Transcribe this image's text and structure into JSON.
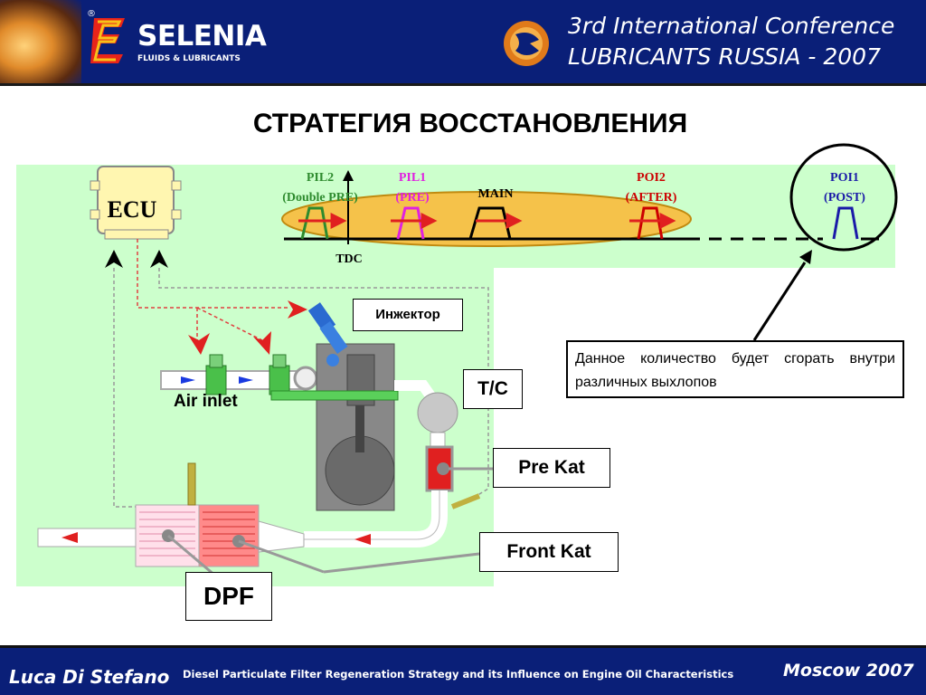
{
  "header": {
    "brand_name": "SELENIA",
    "brand_tagline": "FLUIDS & LUBRICANTS",
    "registered_mark": "®",
    "conference_line1": "3rd International Conference",
    "conference_line2": "LUBRICANTS RUSSIA - 2007"
  },
  "slide_title": "СТРАТЕГИЯ ВОССТАНОВЛЕНИЯ",
  "diagram": {
    "ecu_label": "ECU",
    "tdc_label": "TDC",
    "pulses": [
      {
        "name": "PIL2",
        "desc": "(Double PRE)",
        "color": "#2e8b2e"
      },
      {
        "name": "PIL1",
        "desc": "(PRE)",
        "color": "#e020e0"
      },
      {
        "name": "MAIN",
        "desc": "",
        "color": "#000000"
      },
      {
        "name": "POI2",
        "desc": "(AFTER)",
        "color": "#cc0000"
      },
      {
        "name": "POI1",
        "desc": "(POST)",
        "color": "#1a1aa8"
      }
    ],
    "injector_label": "Инжектор",
    "callout_text": "Данное количество будет сгорать внутри различных выхлопов",
    "air_inlet_label": "Air inlet",
    "turbo_label": "T/C",
    "pre_cat_label": "Pre Kat",
    "front_cat_label": "Front Kat",
    "dpf_label": "DPF"
  },
  "colors": {
    "brand_blue": "#0a1f78",
    "panel_green": "#ccffcc",
    "timeline_ellipse": "#f5c24a",
    "arrow_red": "#e02020",
    "pipe_white": "#ffffff",
    "engine_gray": "#808080"
  },
  "footer": {
    "author": "Luca Di Stefano",
    "presentation_title": "Diesel Particulate Filter Regeneration Strategy and its Influence on Engine Oil Characteristics",
    "location": "Moscow 2007"
  }
}
